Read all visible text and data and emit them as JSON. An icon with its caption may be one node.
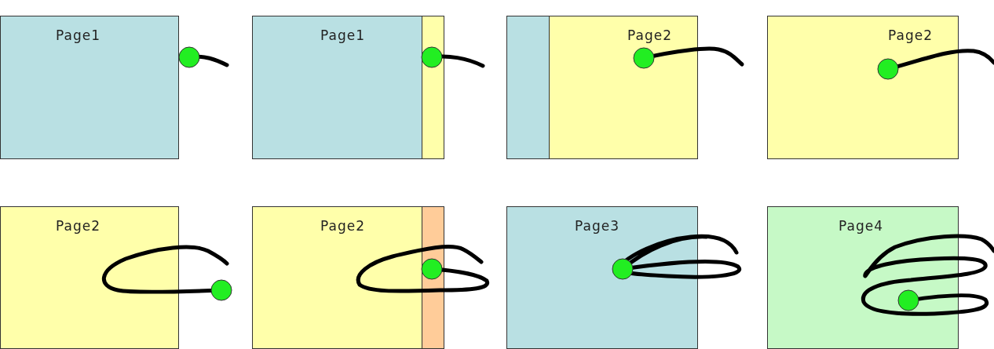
{
  "diagram": {
    "nodes": [
      {
        "text": [
          "Page1"
        ]
      },
      {
        "text": [
          "Page1"
        ]
      },
      {
        "text": [],
        "shape": "box"
      },
      {
        "text": [],
        "shape": "box"
      },
      {
        "text": [
          "Page2"
        ]
      },
      {
        "text": [
          "Page2"
        ]
      },
      {
        "text": [
          "Page2"
        ]
      },
      {
        "text": [
          "Page2"
        ]
      },
      {
        "text": [],
        "shape": "box"
      },
      {
        "text": [
          "Page3"
        ]
      },
      {
        "text": [
          "Page4"
        ]
      }
    ],
    "edges": []
  }
}
